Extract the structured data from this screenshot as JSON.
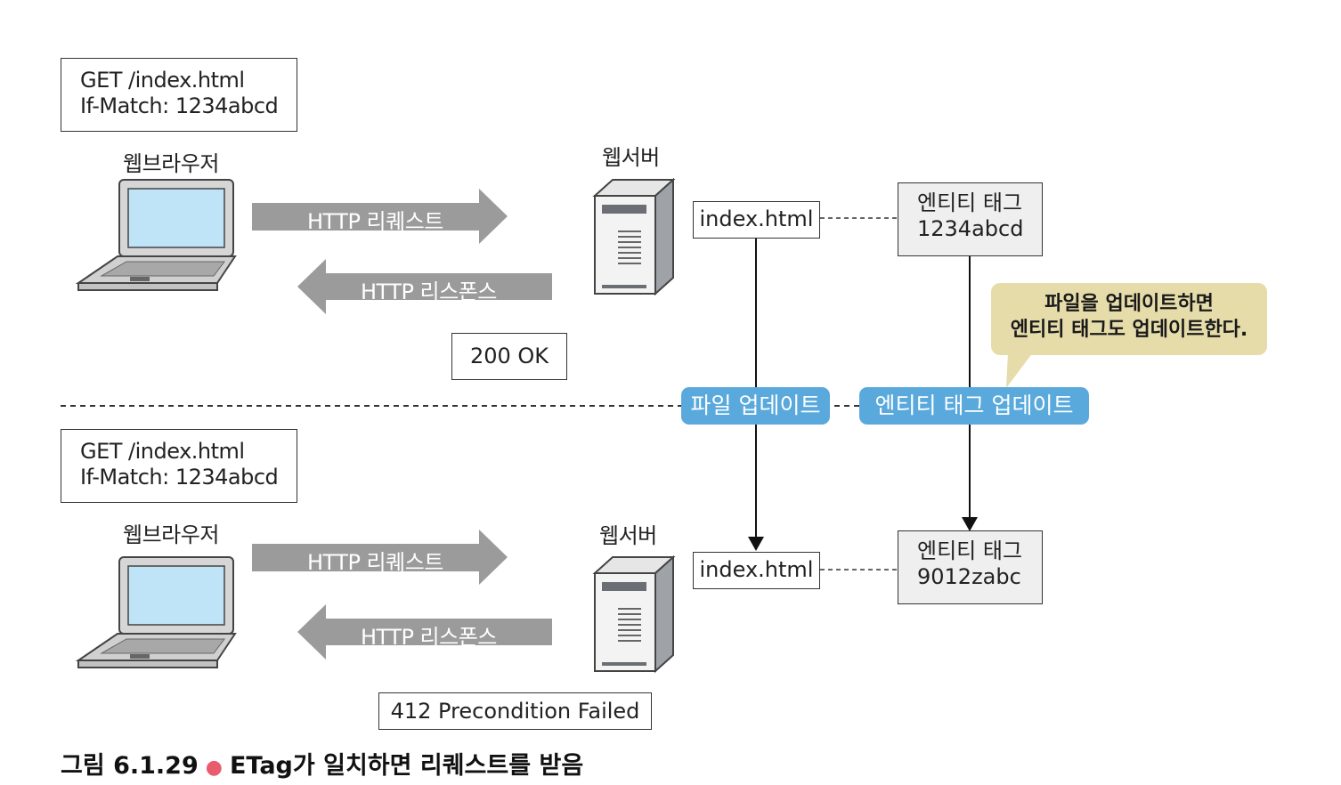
{
  "top": {
    "request_lines": [
      "GET /index.html",
      "If-Match: 1234abcd"
    ],
    "browser_label": "웹브라우저",
    "server_label": "웹서버",
    "request_arrow": "HTTP 리퀘스트",
    "response_arrow": "HTTP 리스폰스",
    "status": "200 OK",
    "file_name": "index.html",
    "tag_title": "엔티티 태그",
    "tag_value": "1234abcd"
  },
  "middle": {
    "file_update": "파일 업데이트",
    "tag_update": "엔티티 태그 업데이트",
    "callout_lines": [
      "파일을 업데이트하면",
      "엔티티 태그도 업데이트한다."
    ]
  },
  "bottom": {
    "request_lines": [
      "GET /index.html",
      "If-Match: 1234abcd"
    ],
    "browser_label": "웹브라우저",
    "server_label": "웹서버",
    "request_arrow": "HTTP 리퀘스트",
    "response_arrow": "HTTP 리스폰스",
    "status": "412 Precondition Failed",
    "file_name": "index.html",
    "tag_title": "엔티티 태그",
    "tag_value": "9012zabc"
  },
  "caption": {
    "figure_number": "그림 6.1.29",
    "text": "ETag가 일치하면 리퀘스트를 받음"
  },
  "colors": {
    "arrow_gray": "#9b9b9b",
    "pill_blue": "#5aa9dd",
    "callout_tan": "#e6dcaa",
    "bullet_pink": "#e85c6e",
    "tag_box_fill": "#efefef"
  }
}
